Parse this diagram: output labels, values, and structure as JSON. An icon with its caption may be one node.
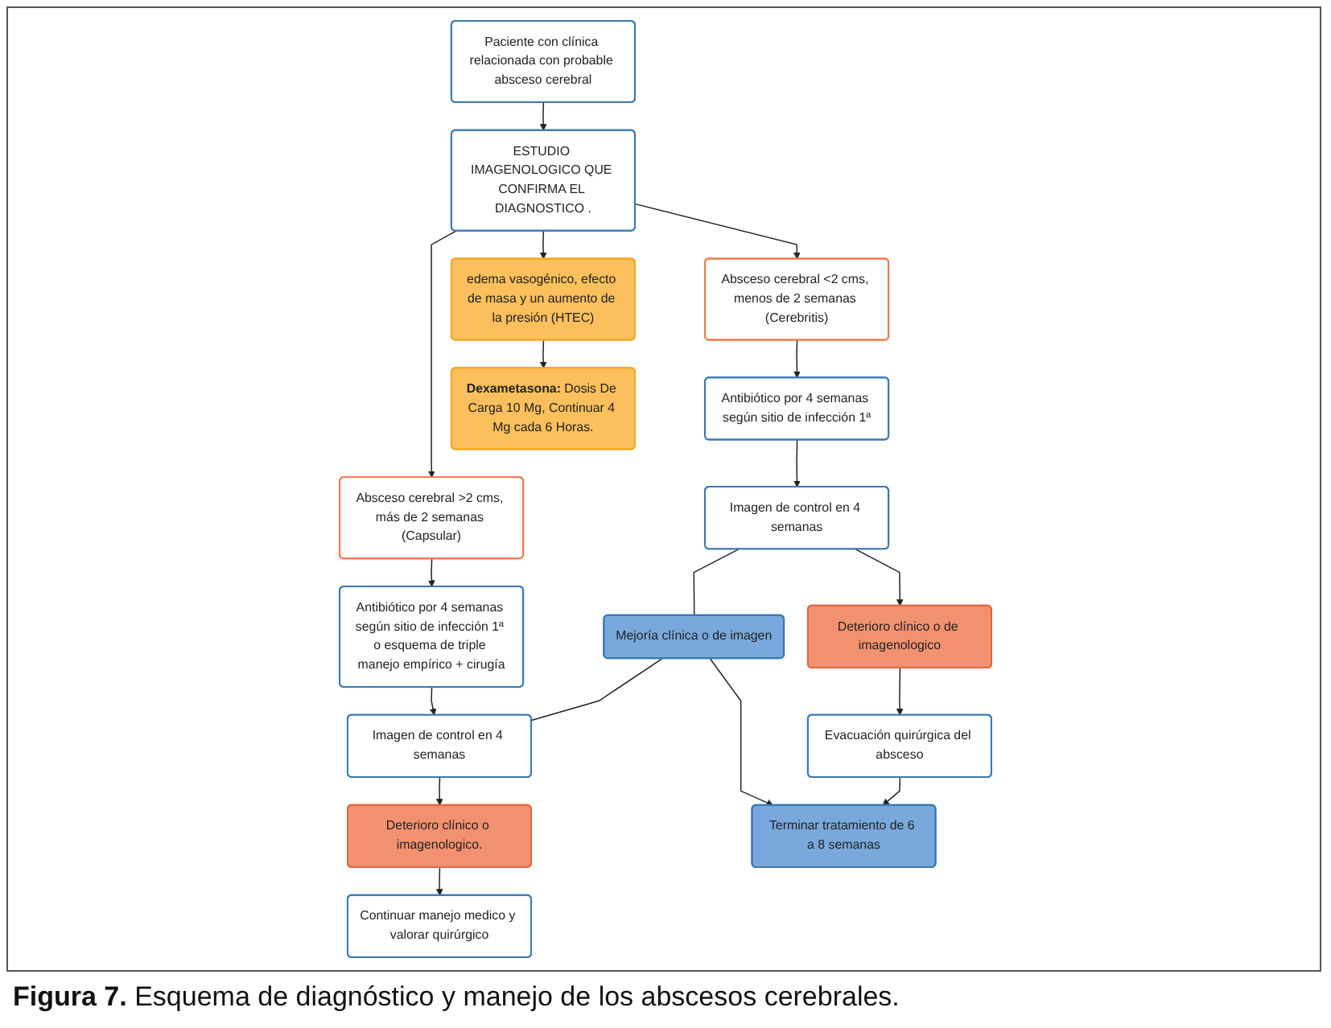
{
  "diagram": {
    "caption": "**Figura 7.** Esquema de diagnóstico y manejo de los abscesos cerebrales.",
    "nodes": [
      {
        "text": [
          "Paciente con clínica relacionada con probable absceso cerebral"
        ]
      },
      {
        "text": [
          "ESTUDIO IMAGENOLOGICO QUE CONFIRMA EL DIAGNOSTICO ."
        ]
      },
      {
        "text": [
          "Absceso cerebral <2 cms, menos de 2 semanas (Cerebritis)"
        ]
      },
      {
        "text": [
          "edema vasogénico, efecto de masa y un aumento de la presión (HTEC)"
        ]
      },
      {
        "text": [
          "Absceso cerebral >2 cms, más de 2 semanas (Capsular)"
        ]
      },
      {
        "text": [
          "Antibiótico por 4 semanas según sitio de infección 1ª"
        ]
      },
      {
        "text": [
          "**Dexametasona:** Dosis De Carga 10 Mg, Continuar 4 Mg cada 6 Horas."
        ]
      },
      {
        "text": [
          "Antibiótico por 4 semanas según sitio de infección 1ª o esquema de triple manejo empírico + cirugía"
        ]
      },
      {
        "text": [
          "Imagen de control en 4 semanas"
        ]
      },
      {
        "text": [
          "Mejoría clínica o de imagen"
        ]
      },
      {
        "text": [
          "Imagen de control en 4 semanas"
        ]
      },
      {
        "text": [
          "Deterioro clínico o de imagenologico"
        ]
      },
      {
        "text": [
          "Deterioro clínico o imagenologico."
        ]
      },
      {
        "text": [
          "Evacuación quirúrgica del absceso"
        ]
      },
      {
        "text": [
          "Terminar tratamiento de 6 a 8 semanas"
        ]
      },
      {
        "text": [
          "Continuar manejo medico y valorar quirúrgico"
        ]
      }
    ],
    "edges": [
      {
        "from": 0,
        "to": 1,
        "arrow": "to"
      },
      {
        "from": 1,
        "to": 2,
        "arrow": "to"
      },
      {
        "from": 1,
        "to": 3,
        "arrow": "to"
      },
      {
        "from": 1,
        "to": 4,
        "arrow": "to"
      },
      {
        "from": 2,
        "to": 5,
        "arrow": "to"
      },
      {
        "from": 3,
        "to": 6,
        "arrow": "to"
      },
      {
        "from": 4,
        "to": 7,
        "arrow": "to"
      },
      {
        "from": 5,
        "to": 8,
        "arrow": "to"
      },
      {
        "from": 7,
        "to": 10,
        "arrow": "to"
      },
      {
        "from": 8,
        "to": 9,
        "arrow": "none"
      },
      {
        "from": 9,
        "to": 10,
        "arrow": "none"
      },
      {
        "from": 8,
        "to": 11,
        "arrow": "to"
      },
      {
        "from": 9,
        "to": 14,
        "arrow": "to"
      },
      {
        "from": 10,
        "to": 12,
        "arrow": "to"
      },
      {
        "from": 11,
        "to": 13,
        "arrow": "to"
      },
      {
        "from": 13,
        "to": 14,
        "arrow": "to"
      },
      {
        "from": 12,
        "to": 15,
        "arrow": "to"
      }
    ]
  }
}
